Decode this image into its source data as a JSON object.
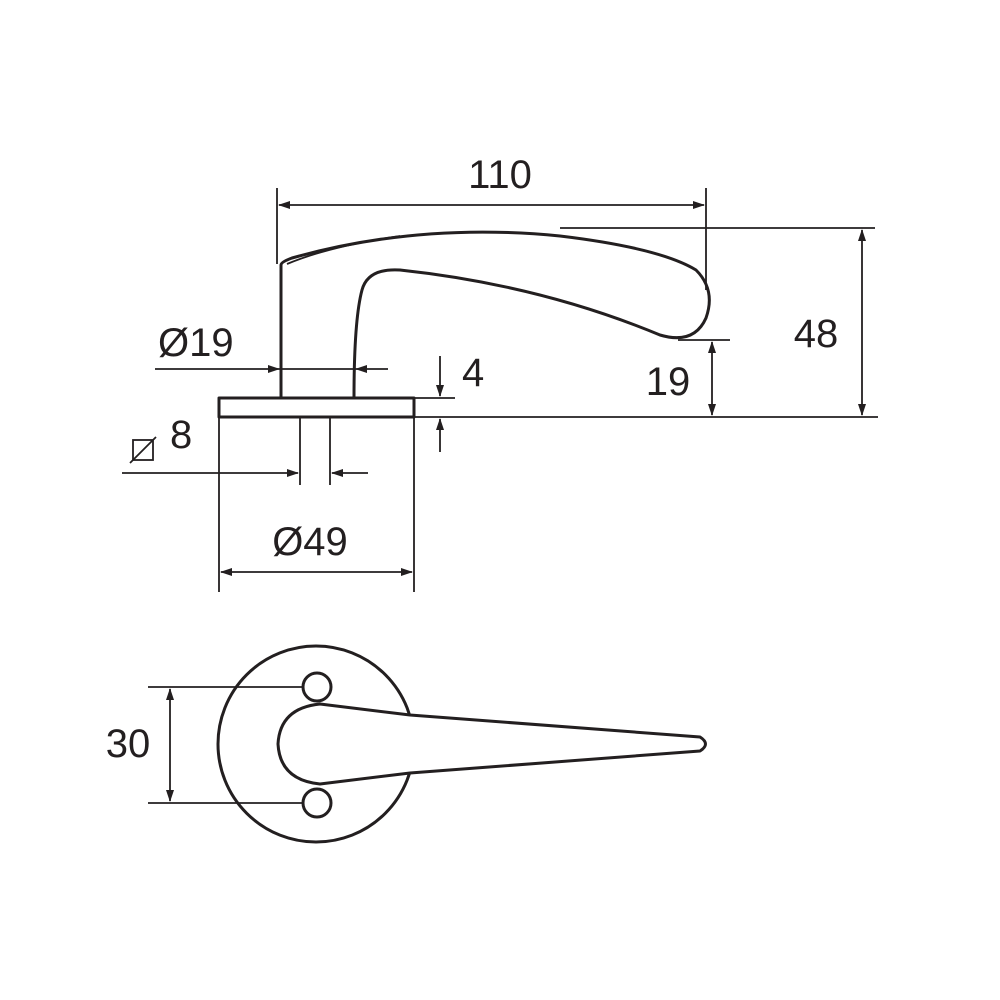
{
  "dimensions": {
    "length": "110",
    "height": "48",
    "shaft_diameter": "Ø19",
    "rose_thickness": "4",
    "grip_height": "19",
    "square_spindle": "8",
    "rose_diameter": "Ø49",
    "screw_spacing": "30"
  },
  "icons": {
    "square_spindle_symbol": "square-spindle-icon"
  },
  "colors": {
    "line": "#231f20",
    "background": "#ffffff"
  }
}
